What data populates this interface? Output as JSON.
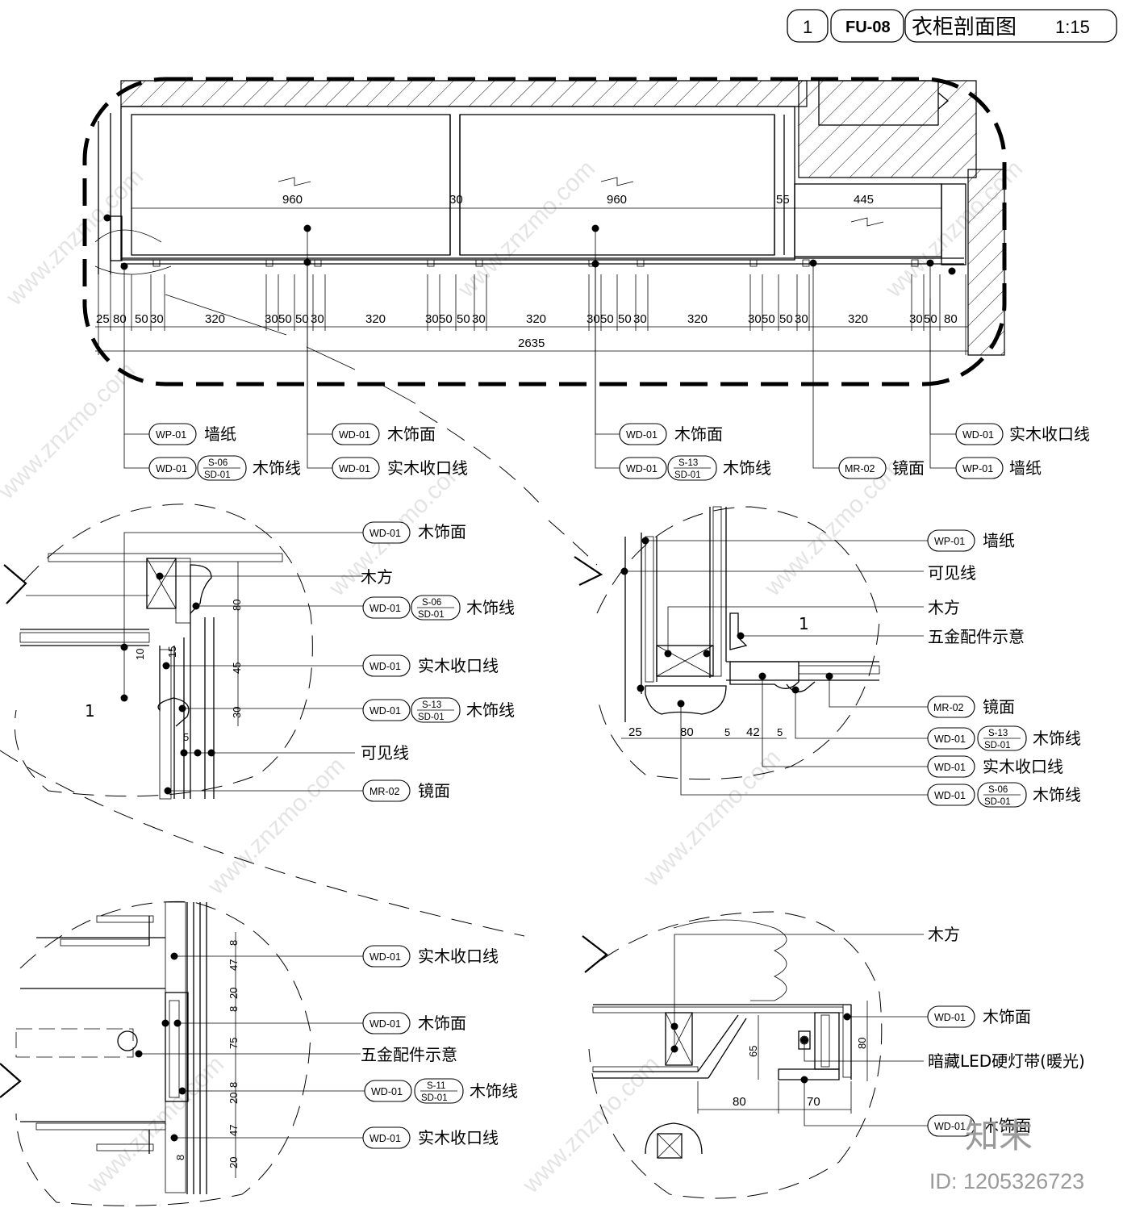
{
  "title": {
    "number": "1",
    "code": "FU-08",
    "name": "衣柜剖面图",
    "scale": "1:15"
  },
  "plan": {
    "top_dims": [
      "960",
      "30",
      "960",
      "55",
      "445"
    ],
    "bottom_dims": [
      "25",
      "80",
      "50",
      "30",
      "320",
      "30",
      "50",
      "50",
      "30",
      "320",
      "30",
      "50",
      "50",
      "30",
      "320",
      "30",
      "50",
      "50",
      "30",
      "320",
      "30",
      "50",
      "50",
      "30",
      "320",
      "30",
      "50",
      "80"
    ],
    "total": "2635",
    "callouts": [
      {
        "tag": "WP-01",
        "text": "墙纸"
      },
      {
        "tag": "WD-01",
        "sub_top": "S-06",
        "sub_bottom": "SD-01",
        "text": "木饰线"
      },
      {
        "tag": "WD-01",
        "text": "木饰面"
      },
      {
        "tag": "WD-01",
        "text": "实木收口线"
      },
      {
        "tag": "WD-01",
        "text": "木饰面"
      },
      {
        "tag": "WD-01",
        "sub_top": "S-13",
        "sub_bottom": "SD-01",
        "text": "木饰线"
      },
      {
        "tag": "MR-02",
        "text": "镜面"
      },
      {
        "tag": "WD-01",
        "text": "实木收口线"
      },
      {
        "tag": "WP-01",
        "text": "墙纸"
      }
    ]
  },
  "detail_a": {
    "dims": [
      "80",
      "10",
      "15",
      "45",
      "30",
      "5"
    ],
    "callouts": [
      {
        "tag": "WD-01",
        "text": "木饰面"
      },
      {
        "tag": "",
        "text": "木方"
      },
      {
        "tag": "WD-01",
        "sub_top": "S-06",
        "sub_bottom": "SD-01",
        "text": "木饰线"
      },
      {
        "tag": "WD-01",
        "text": "实木收口线"
      },
      {
        "tag": "WD-01",
        "sub_top": "S-13",
        "sub_bottom": "SD-01",
        "text": "木饰线"
      },
      {
        "tag": "",
        "text": "可见线"
      },
      {
        "tag": "MR-02",
        "text": "镜面"
      }
    ]
  },
  "detail_b": {
    "dims": [
      "25",
      "80",
      "5",
      "42",
      "5"
    ],
    "callouts": [
      {
        "tag": "WP-01",
        "text": "墙纸"
      },
      {
        "tag": "",
        "text": "可见线"
      },
      {
        "tag": "",
        "text": "木方"
      },
      {
        "tag": "",
        "text": "五金配件示意"
      },
      {
        "tag": "MR-02",
        "text": "镜面"
      },
      {
        "tag": "WD-01",
        "sub_top": "S-13",
        "sub_bottom": "SD-01",
        "text": "木饰线"
      },
      {
        "tag": "WD-01",
        "text": "实木收口线"
      },
      {
        "tag": "WD-01",
        "sub_top": "S-06",
        "sub_bottom": "SD-01",
        "text": "木饰线"
      }
    ]
  },
  "detail_c": {
    "dims": [
      "8",
      "47",
      "20",
      "8",
      "75",
      "8",
      "20",
      "47",
      "20",
      "8"
    ],
    "callouts": [
      {
        "tag": "WD-01",
        "text": "实木收口线"
      },
      {
        "tag": "WD-01",
        "text": "木饰面"
      },
      {
        "tag": "",
        "text": "五金配件示意"
      },
      {
        "tag": "WD-01",
        "sub_top": "S-11",
        "sub_bottom": "SD-01",
        "text": "木饰线"
      },
      {
        "tag": "WD-01",
        "text": "实木收口线"
      }
    ]
  },
  "detail_d": {
    "dims": [
      "65",
      "80",
      "80",
      "70"
    ],
    "callouts": [
      {
        "tag": "",
        "text": "木方"
      },
      {
        "tag": "WD-01",
        "text": "木饰面"
      },
      {
        "tag": "",
        "text": "暗藏LED硬灯带(暖光)"
      },
      {
        "tag": "WD-01",
        "text": "木饰面"
      }
    ]
  },
  "watermark": {
    "text": "www.znzmo.com",
    "logo": "知末",
    "id": "ID: 1205326723"
  }
}
